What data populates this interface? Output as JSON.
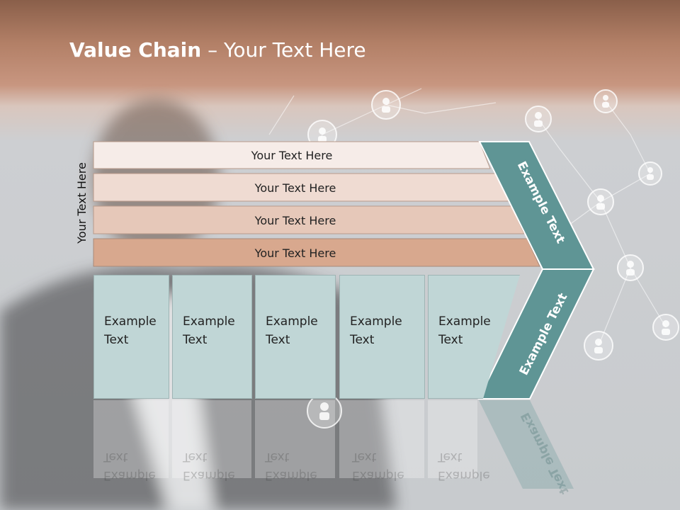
{
  "title": {
    "strong": "Value Chain",
    "rest": " – Your Text Here"
  },
  "side_label": "Your Text Here",
  "bands": [
    {
      "label": "Your Text Here",
      "color": "#f6ece8"
    },
    {
      "label": "Your Text Here",
      "color": "#efdbd2"
    },
    {
      "label": "Your Text Here",
      "color": "#e6c8b9"
    },
    {
      "label": "Your Text Here",
      "color": "#d8a88e"
    }
  ],
  "columns": [
    {
      "line1": "Example",
      "line2": "Text"
    },
    {
      "line1": "Example",
      "line2": "Text"
    },
    {
      "line1": "Example",
      "line2": "Text"
    },
    {
      "line1": "Example",
      "line2": "Text"
    },
    {
      "line1": "Example",
      "line2": "Text"
    }
  ],
  "chevron": {
    "upper": "Example Text",
    "lower": "Example Text",
    "color": "#5f9595"
  },
  "column_color": "#c0d6d6"
}
